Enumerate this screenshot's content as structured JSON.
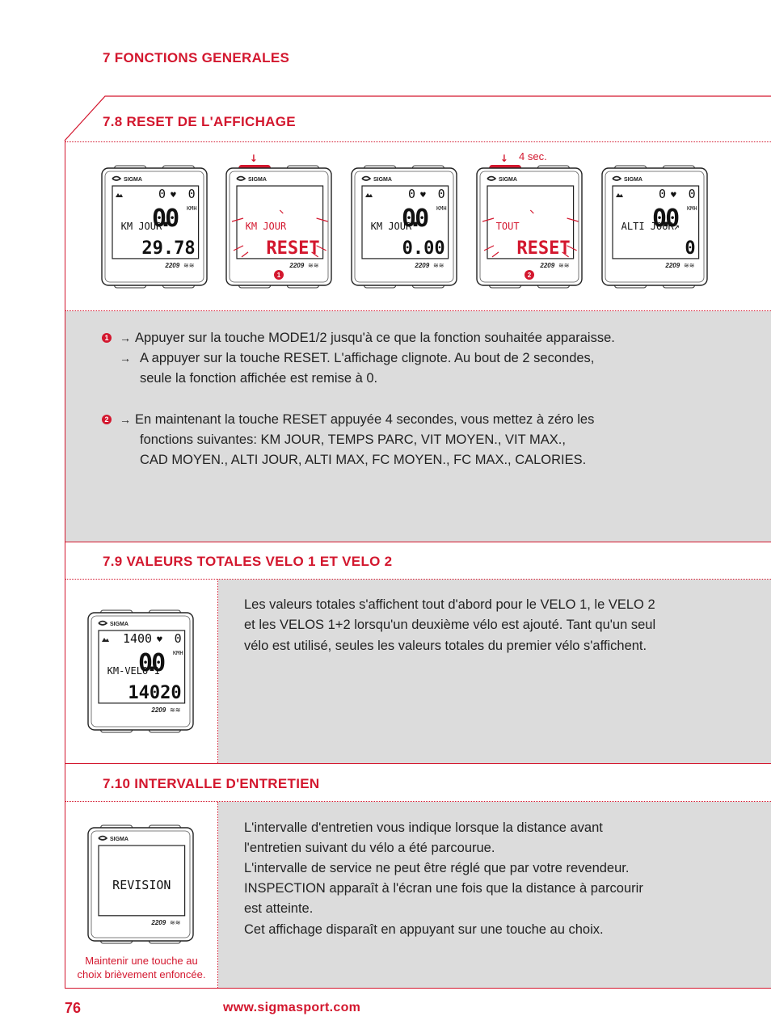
{
  "chapter_title": "7 FONCTIONS GENERALES",
  "section_78": {
    "title": "7.8 RESET DE L'AFFICHAGE",
    "hold_label": "4 sec.",
    "devices": [
      {
        "brand": "SIGMA",
        "model": "2209",
        "row1_left": "0",
        "row1_right": "0",
        "big": "0.0",
        "unit": "KMH",
        "label": "KM JOUR",
        "value": "29.78",
        "marker": ""
      },
      {
        "brand": "SIGMA",
        "model": "2209",
        "row1_left": "",
        "row1_right": "",
        "big": "",
        "unit": "",
        "label": "KM JOUR",
        "value": "RESET",
        "marker": "1"
      },
      {
        "brand": "SIGMA",
        "model": "2209",
        "row1_left": "0",
        "row1_right": "0",
        "big": "0.0",
        "unit": "KMH",
        "label": "KM JOUR",
        "value": "0.00",
        "marker": ""
      },
      {
        "brand": "SIGMA",
        "model": "2209",
        "row1_left": "",
        "row1_right": "",
        "big": "",
        "unit": "",
        "label": "TOUT",
        "value": "RESET",
        "marker": "2"
      },
      {
        "brand": "SIGMA",
        "model": "2209",
        "row1_left": "0",
        "row1_right": "0",
        "big": "0.0",
        "unit": "KMH",
        "label": "ALTI JOUR↗",
        "value": "0",
        "marker": ""
      }
    ],
    "step1_badge": "1",
    "step1_line1": "Appuyer sur la touche MODE1/2 jusqu'à ce que la fonction souhaitée apparaisse.",
    "step1_line2a": "A appuyer sur la touche RESET. L'affichage clignote. Au bout de 2 secondes,",
    "step1_line2b": "seule la fonction affichée est remise à 0.",
    "step2_badge": "2",
    "step2_line1": "En maintenant la touche RESET appuyée 4 secondes, vous mettez à zéro les",
    "step2_line2": "fonctions suivantes: KM JOUR, TEMPS PARC, VIT MOYEN., VIT MAX.,",
    "step2_line3": "CAD MOYEN., ALTI JOUR, ALTI MAX, FC MOYEN., FC MAX., CALORIES."
  },
  "section_79": {
    "title": "7.9 VALEURS TOTALES VELO 1 ET VELO 2",
    "device": {
      "brand": "SIGMA",
      "model": "2209",
      "row1_left": "1400",
      "row1_right": "0",
      "big": "0.0",
      "unit": "KMH",
      "label": "KM-VELO 1",
      "value": "14020"
    },
    "line1": "Les valeurs totales s'affichent tout d'abord pour le VELO 1, le VELO 2",
    "line2": "et les VELOS 1+2 lorsqu'un deuxième vélo est ajouté. Tant qu'un seul",
    "line3": "vélo est utilisé, seules les valeurs totales du premier vélo s'affichent."
  },
  "section_710": {
    "title": "7.10 INTERVALLE D'ENTRETIEN",
    "device": {
      "brand": "SIGMA",
      "model": "2209",
      "label": "REVISION"
    },
    "caption_line1": "Maintenir une touche au",
    "caption_line2": "choix brièvement enfoncée.",
    "line1": "L'intervalle d'entretien vous indique lorsque la distance avant",
    "line2": "l'entretien suivant du vélo a été parcourue.",
    "line3": "L'intervalle de service ne peut être réglé que par votre revendeur.",
    "line4": "INSPECTION apparaît à l'écran une fois que la distance à parcourir",
    "line5": "est atteinte.",
    "line6": "Cet affichage disparaît en appuyant sur une touche au choix."
  },
  "footer": {
    "page_number": "76",
    "url": "www.sigmasport.com"
  },
  "colors": {
    "accent": "#d3172e",
    "panel": "#dcdcdc"
  }
}
